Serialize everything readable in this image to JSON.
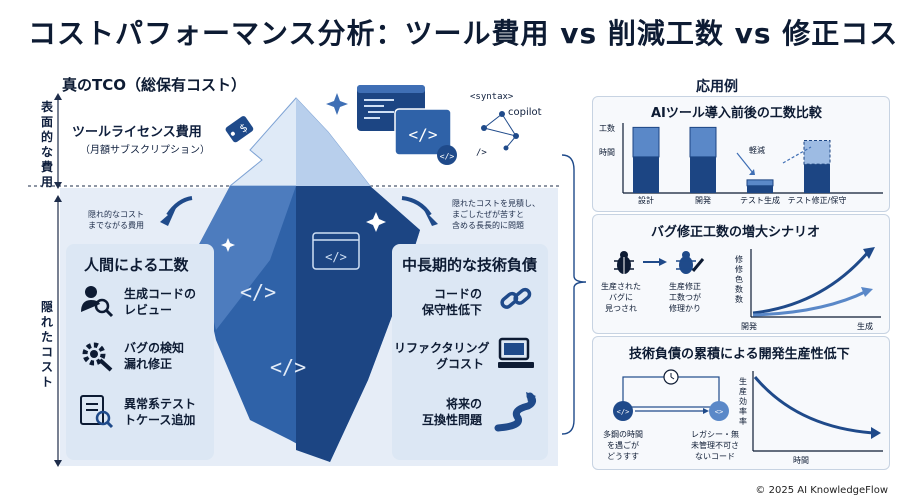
{
  "title": "コストパフォーマンス分析：ツール費用 vs 削減工数 vs 修正コスト",
  "tco": {
    "title": "真のTCO（総保有コスト）",
    "surface_label": "表面的な費用",
    "hidden_label": "隠れたコスト",
    "license_cost": "ツールライセンス費用",
    "license_note": "（月額サブスクリプション）",
    "left_note": "隠れ的なコスト\nまでながる費用",
    "right_note": "隠れたコストを見積し、\nまごしたぜが苦すと\n含める長長的に問題",
    "human_panel": {
      "title": "人間による工数",
      "items": [
        "生成コードの\nレビュー",
        "バグの検知\n漏れ修正",
        "異常系テスト\nトケース追加"
      ]
    },
    "debt_panel": {
      "title": "中長期的な技術負債",
      "items": [
        "コードの\n保守性低下",
        "リファクタリング\nグコスト",
        "将来の\n互換性問題"
      ]
    },
    "tags": {
      "syntax": "<syntax>",
      "copilot": "copilot",
      "slash": "/>"
    }
  },
  "examples": {
    "title": "応用例",
    "ex1": {
      "title": "AIツール導入前後の工数比較",
      "ylabel": "工数\n\n時間",
      "annotation": "軽減"
    },
    "ex2": {
      "title": "バグ修正工数の増大シナリオ",
      "bug_left": "生産された\nバグに\n見つされ",
      "bug_right": "生産修正\n工数つが\n修理かり",
      "ylabel": "修修色数数",
      "x_start": "開発",
      "x_end": "生成"
    },
    "ex3": {
      "title": "技術負債の累積による開発生産性低下",
      "node_left": "多鋼の時間\nを遇ごが\nどうすす",
      "node_right": "レガシー・無\n未管理不可さ\nないコード",
      "ylabel": "生産効率率",
      "xlabel": "時間"
    }
  },
  "chart_data": {
    "type": "bar",
    "title": "AIツール導入前後の工数比較",
    "categories": [
      "設計",
      "開発",
      "テスト生成",
      "テスト修正/保守"
    ],
    "series": [
      {
        "values": [
          7.5,
          7.5,
          1.5,
          6
        ]
      }
    ],
    "ylabel": "工数 時間",
    "ylim": [
      0,
      8
    ]
  },
  "colors": {
    "dark": "#0d1b33",
    "navy": "#1f4a8a",
    "mid": "#3f6fb5",
    "light": "#9dbbe3",
    "panel": "#dce7f4"
  },
  "footer": "© 2025 AI KnowledgeFlow"
}
